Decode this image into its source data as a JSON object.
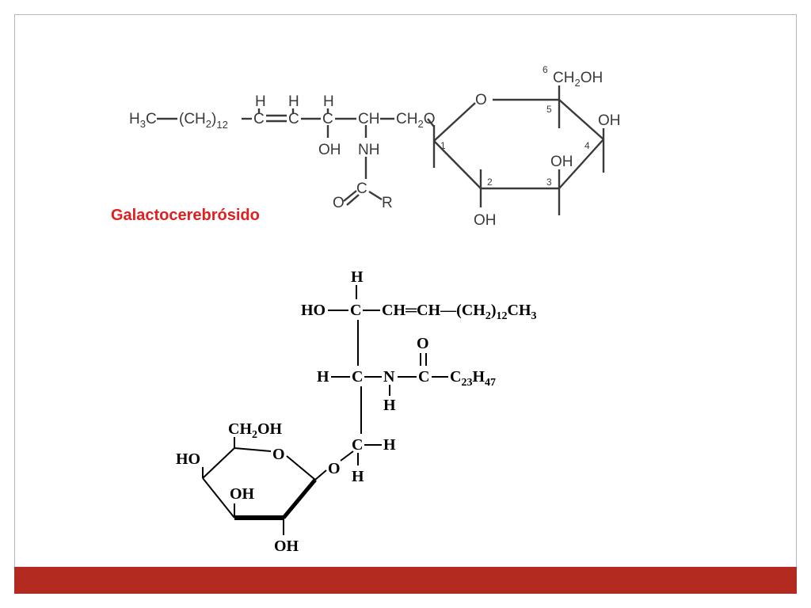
{
  "slide": {
    "frame_color": "#b9b9b9",
    "footer_color": "#b32b20",
    "title_color": "#e02020"
  },
  "structure1": {
    "caption": "Galactocerebrósido",
    "chain": {
      "h3c": "H",
      "h3c_sub": "3",
      "h3c_c": "C",
      "ch2": "(CH",
      "ch2_sub": "2",
      "ch2_close": ")",
      "ch2_count": "12",
      "c1": "C",
      "c2": "C",
      "c3": "C",
      "ch": "CH",
      "ch2o": "CH",
      "ch2o_sub": "2",
      "ch2o_o": "O",
      "h1": "H",
      "h2": "H",
      "h3": "H",
      "oh": "OH",
      "nh": "NH",
      "o_carbonyl": "O",
      "c_carbonyl": "C",
      "r": "R"
    },
    "ring": {
      "o": "O",
      "ch2oh": "CH",
      "ch2oh_sub": "2",
      "ch2oh_oh": "OH",
      "oh4": "OH",
      "oh3": "OH",
      "oh2": "OH",
      "n1": "1",
      "n2": "2",
      "n3": "3",
      "n4": "4",
      "n5": "5",
      "n6": "6"
    }
  },
  "structure2": {
    "h_top": "H",
    "ho": "HO",
    "c_top": "C",
    "chain": "CH═CH—(CH",
    "chain_sub": "2",
    "chain_close": ")",
    "chain_count": "12",
    "chain_ch3": "CH",
    "chain_ch3_sub": "3",
    "h_left": "H",
    "c_mid": "C",
    "n": "N",
    "h_n": "H",
    "o_top": "O",
    "c_amide": "C",
    "c23": "C",
    "c23_sub": "23",
    "h47": "H",
    "h47_sub": "47",
    "c_low": "C",
    "h_right": "H",
    "h_bottom": "H",
    "o_link": "O",
    "ch2oh": "CH",
    "ch2oh_sub": "2",
    "ch2oh_oh": "OH",
    "ring_o": "O",
    "ho_ring": "HO",
    "oh_ring": "OH",
    "oh_bottom": "OH"
  }
}
